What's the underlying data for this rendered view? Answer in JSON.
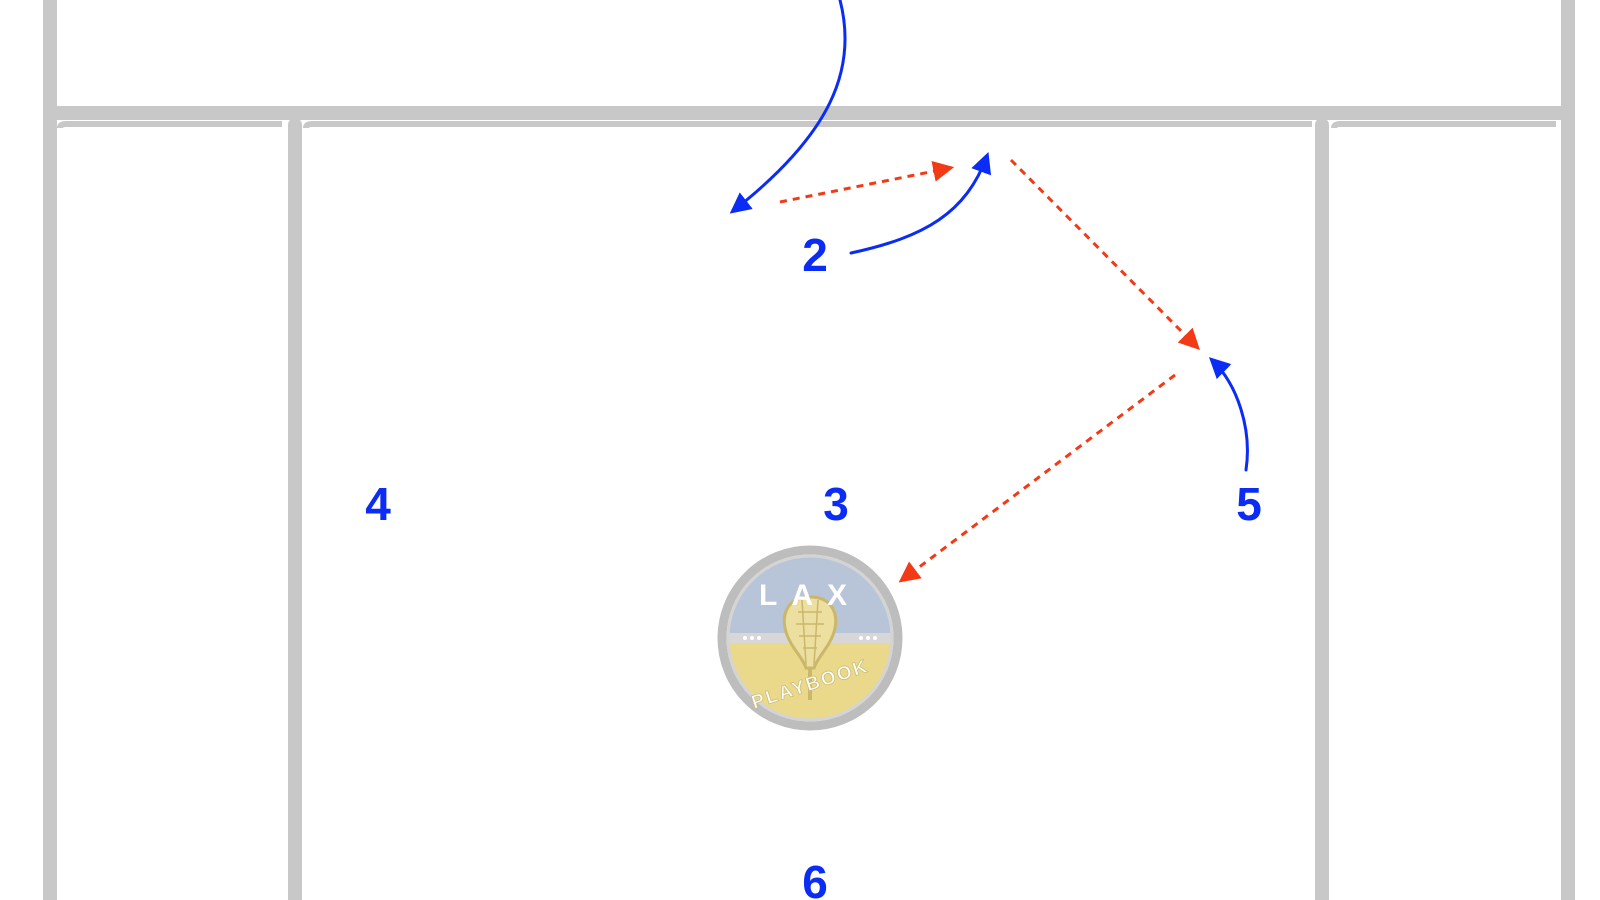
{
  "players": [
    {
      "id": "p2",
      "label": "2"
    },
    {
      "id": "p3",
      "label": "3"
    },
    {
      "id": "p4",
      "label": "4"
    },
    {
      "id": "p5",
      "label": "5"
    },
    {
      "id": "p6",
      "label": "6"
    }
  ],
  "logo": {
    "top_text": "LAX",
    "bottom_text": "PLAYBOOK"
  },
  "colors": {
    "player": "#0a2cf5",
    "cut": "#0a2cf5",
    "pass": "#f23a17",
    "field_lines": "#c8c8c8",
    "background": "#ffffff",
    "logo_ring": "#bdbdbd",
    "logo_blue": "#b8c4d8",
    "logo_gold": "#ead98a"
  },
  "legend_icons": {
    "cut": "solid-arrow-icon",
    "pass": "dashed-arrow-icon"
  }
}
